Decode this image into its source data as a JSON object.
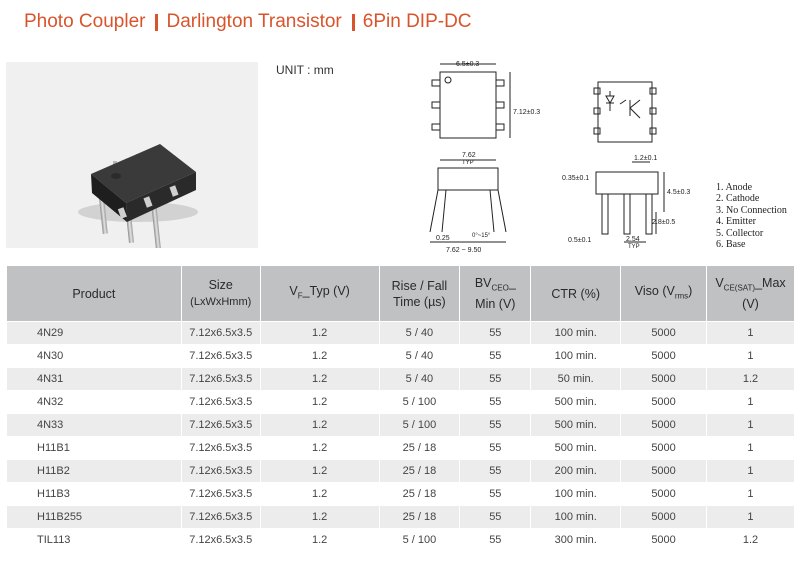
{
  "header": {
    "part1": "Photo Coupler",
    "part2": "Darlington Transistor",
    "part3": "6Pin DIP-DC"
  },
  "unit_label": "UNIT : mm",
  "diagram": {
    "top_width": "6.5±0.3",
    "side_height": "7.12±0.3",
    "front_width": "7.62",
    "front_width_note": "TYP",
    "thickness": "0.25",
    "angle": "0°~15°",
    "span": "7.62 ~ 9.50",
    "pitch_top": "1.2±0.1",
    "lead_w": "0.35±0.1",
    "height": "4.5±0.3",
    "lead_len": "2.8±0.5",
    "pin_w": "0.5±0.1",
    "pitch": "2.54",
    "pitch_note": "TYP"
  },
  "pins": [
    "1. Anode",
    "2. Cathode",
    "3. No Connection",
    "4. Emitter",
    "5. Collector",
    "6. Base"
  ],
  "table": {
    "headers": {
      "product": "Product",
      "size": "Size",
      "size_sub": "(LxWxHmm)",
      "vf_main": "V",
      "vf_sub": "F",
      "vf_tail": "_Typ (V)",
      "rise": "Rise / Fall",
      "rise2": "Time (µs)",
      "bv_main": "BV",
      "bv_sub": "CEO",
      "bv_tail": "_",
      "bv2": "Min (V)",
      "ctr": "CTR (%)",
      "viso_main": "Viso (V",
      "viso_sub": "rms",
      "viso_tail": ")",
      "vce_main": "V",
      "vce_sub": "CE(SAT)",
      "vce_tail": "_Max",
      "vce2": "(V)"
    },
    "rows": [
      [
        "4N29",
        "7.12x6.5x3.5",
        "1.2",
        "5 / 40",
        "55",
        "100 min.",
        "5000",
        "1"
      ],
      [
        "4N30",
        "7.12x6.5x3.5",
        "1.2",
        "5 / 40",
        "55",
        "100 min.",
        "5000",
        "1"
      ],
      [
        "4N31",
        "7.12x6.5x3.5",
        "1.2",
        "5 / 40",
        "55",
        "50 min.",
        "5000",
        "1.2"
      ],
      [
        "4N32",
        "7.12x6.5x3.5",
        "1.2",
        "5 / 100",
        "55",
        "500 min.",
        "5000",
        "1"
      ],
      [
        "4N33",
        "7.12x6.5x3.5",
        "1.2",
        "5 / 100",
        "55",
        "500 min.",
        "5000",
        "1"
      ],
      [
        "H11B1",
        "7.12x6.5x3.5",
        "1.2",
        "25 / 18",
        "55",
        "500 min.",
        "5000",
        "1"
      ],
      [
        "H11B2",
        "7.12x6.5x3.5",
        "1.2",
        "25 / 18",
        "55",
        "200 min.",
        "5000",
        "1"
      ],
      [
        "H11B3",
        "7.12x6.5x3.5",
        "1.2",
        "25 / 18",
        "55",
        "100 min.",
        "5000",
        "1"
      ],
      [
        "H11B255",
        "7.12x6.5x3.5",
        "1.2",
        "25 / 18",
        "55",
        "100 min.",
        "5000",
        "1"
      ],
      [
        "TIL113",
        "7.12x6.5x3.5",
        "1.2",
        "5 / 100",
        "55",
        "300 min.",
        "5000",
        "1.2"
      ]
    ]
  }
}
